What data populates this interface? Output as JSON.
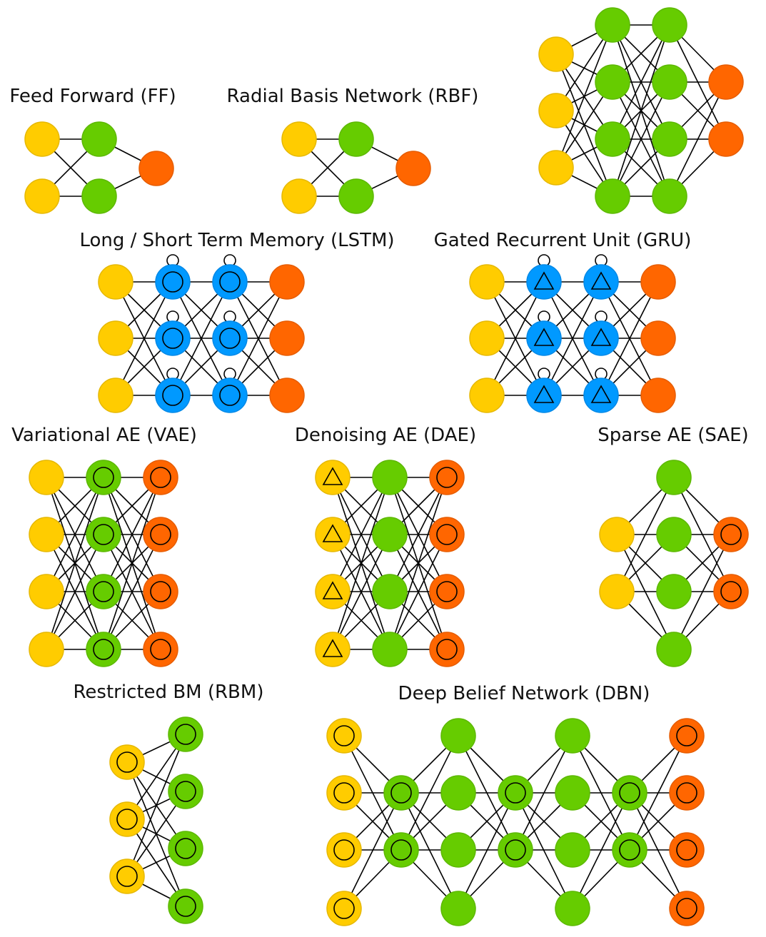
{
  "colors": {
    "input": "#ffcc00",
    "input_border": "#e6b800",
    "hidden": "#66cc00",
    "hidden_border": "#5cb800",
    "output": "#ff6600",
    "output_border": "#e65c00",
    "memory": "#0099ff",
    "memory_border": "#0088e6",
    "edge": "#000000"
  },
  "networks": [
    {
      "id": "ff",
      "title": "Feed Forward (FF)"
    },
    {
      "id": "rbf",
      "title": "Radial Basis Network (RBF)"
    },
    {
      "id": "dff",
      "title": ""
    },
    {
      "id": "lstm",
      "title": "Long / Short Term Memory (LSTM)"
    },
    {
      "id": "gru",
      "title": "Gated Recurrent Unit (GRU)"
    },
    {
      "id": "vae",
      "title": "Variational AE (VAE)"
    },
    {
      "id": "dae",
      "title": "Denoising AE (DAE)"
    },
    {
      "id": "sae",
      "title": "Sparse AE (SAE)"
    },
    {
      "id": "rbm",
      "title": "Restricted BM (RBM)"
    },
    {
      "id": "dbn",
      "title": "Deep Belief Network (DBN)"
    }
  ]
}
